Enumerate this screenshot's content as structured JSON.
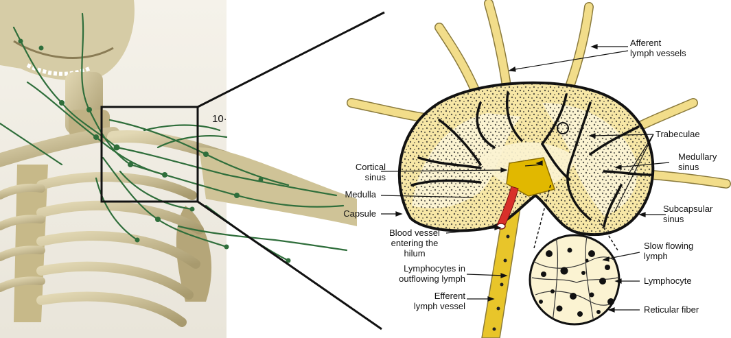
{
  "figure_number": "10·",
  "labels": {
    "afferent_lymph_vessels": "Afferent\nlymph vessels",
    "trabeculae": "Trabeculae",
    "medullary_sinus": "Medullary\nsinus",
    "cortical_sinus": "Cortical\nsinus",
    "medulla": "Medulla",
    "capsule": "Capsule",
    "subcapsular_sinus": "Subcapsular\nsinus",
    "blood_vessel": "Blood vessel\nentering the\nhilum",
    "slow_flowing_lymph": "Slow flowing\nlymph",
    "lymphocytes_in_outflowing": "Lymphocytes in\noutflowing lymph",
    "lymphocyte": "Lymphocyte",
    "efferent_lymph_vessel": "Efferent\nlymph vessel",
    "reticular_fiber": "Reticular fiber"
  },
  "colors": {
    "node_fill": "#f7e7a6",
    "node_light": "#fbf3d2",
    "vessel": "#f2dd8a",
    "hilum": "#e1b800",
    "blood": "#d8302a",
    "lymph_green": "#2f6e3b",
    "bone": "#cdbf93"
  }
}
